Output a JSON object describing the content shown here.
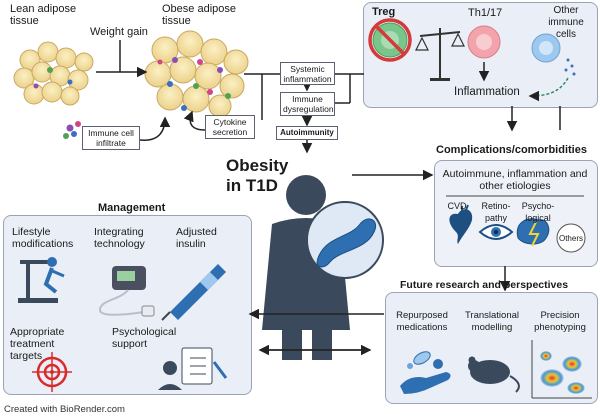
{
  "adipose": {
    "lean": "Lean adipose tissue",
    "weight_gain": "Weight gain",
    "obese": "Obese adipose tissue",
    "immune_infiltrate": "Immune cell infiltrate",
    "cytokine": "Cytokine secretion"
  },
  "mechanisms": {
    "systemic": "Systemic inflammation",
    "immune_dysreg": "Immune dysregulation",
    "autoimmunity": "Autoimmunity"
  },
  "immune_panel": {
    "treg": "Treg",
    "th": "Th1/17",
    "other": "Other immune cells",
    "inflammation": "Inflammation"
  },
  "center": {
    "title_line1": "Obesity",
    "title_line2": "in T1D"
  },
  "complications": {
    "heading": "Complications/comorbidities",
    "box_title": "Autoimmune, inflammation and other etiologies",
    "items": [
      "CVD",
      "Retino-pathy",
      "Psycho-logical",
      "Others"
    ]
  },
  "management": {
    "heading": "Management",
    "items": [
      "Lifestyle modifications",
      "Integrating technology",
      "Adjusted insulin",
      "Appropriate treatment targets",
      "Psychological support"
    ]
  },
  "future": {
    "heading": "Future research and perspectives",
    "items": [
      "Repurposed medications",
      "Translational modelling",
      "Precision phenotyping"
    ]
  },
  "footer": "Created with BioRender.com",
  "colors": {
    "panel_bg": "#e9eef7",
    "panel_border": "#9aa4b3",
    "person": "#3a4a5c",
    "accent_blue": "#2d6fb0",
    "treg_green": "#7ac58a",
    "th_pink": "#f2a3ac",
    "other_blue": "#9fc8ee",
    "target_red": "#d92b2b"
  },
  "icons": [
    "fat-cell-icon",
    "scale-icon",
    "no-sign-icon",
    "heart-icon",
    "eye-icon",
    "brain-icon",
    "bike-icon",
    "insulin-pump-icon",
    "insulin-pen-icon",
    "target-icon",
    "checklist-icon",
    "pill-hand-icon",
    "mouse-icon",
    "density-plot-icon",
    "pancreas-icon",
    "person-icon"
  ]
}
